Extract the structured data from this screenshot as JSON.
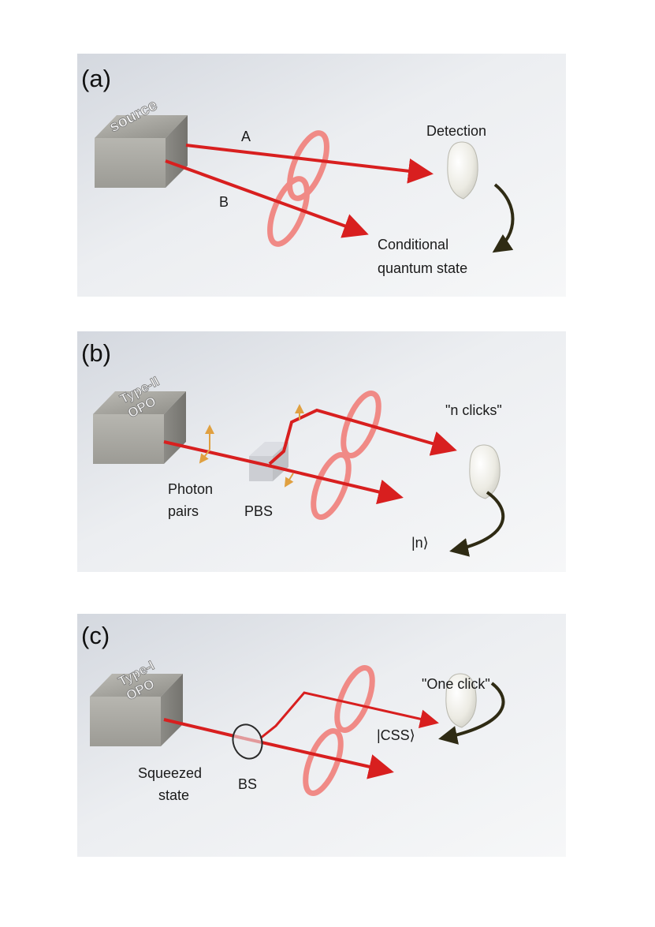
{
  "panels": [
    {
      "label": "(a)",
      "source_text": "source",
      "beam_labels": [
        "A",
        "B"
      ],
      "detector_label": "Detection",
      "output_label_lines": [
        "Conditional",
        "quantum state"
      ]
    },
    {
      "label": "(b)",
      "source_text_lines": [
        "Type-II",
        "OPO"
      ],
      "detector_label": "\"n clicks\"",
      "pair_label_lines": [
        "Photon",
        "pairs"
      ],
      "splitter_label": "PBS",
      "state_label": "|n⟩"
    },
    {
      "label": "(c)",
      "source_text_lines": [
        "Type-I",
        "OPO"
      ],
      "detector_label": "\"One click\"",
      "squeezed_label_lines": [
        "Squeezed",
        "state"
      ],
      "splitter_label": "BS",
      "state_label": "|CSS⟩"
    }
  ],
  "colors": {
    "beam": "#d81f1f",
    "ring": "#f08a86",
    "box": "#a9a8a2",
    "detector": "#f4f3ee",
    "curve_arrow": "#2f2b14",
    "polarization": "#e0a040"
  }
}
